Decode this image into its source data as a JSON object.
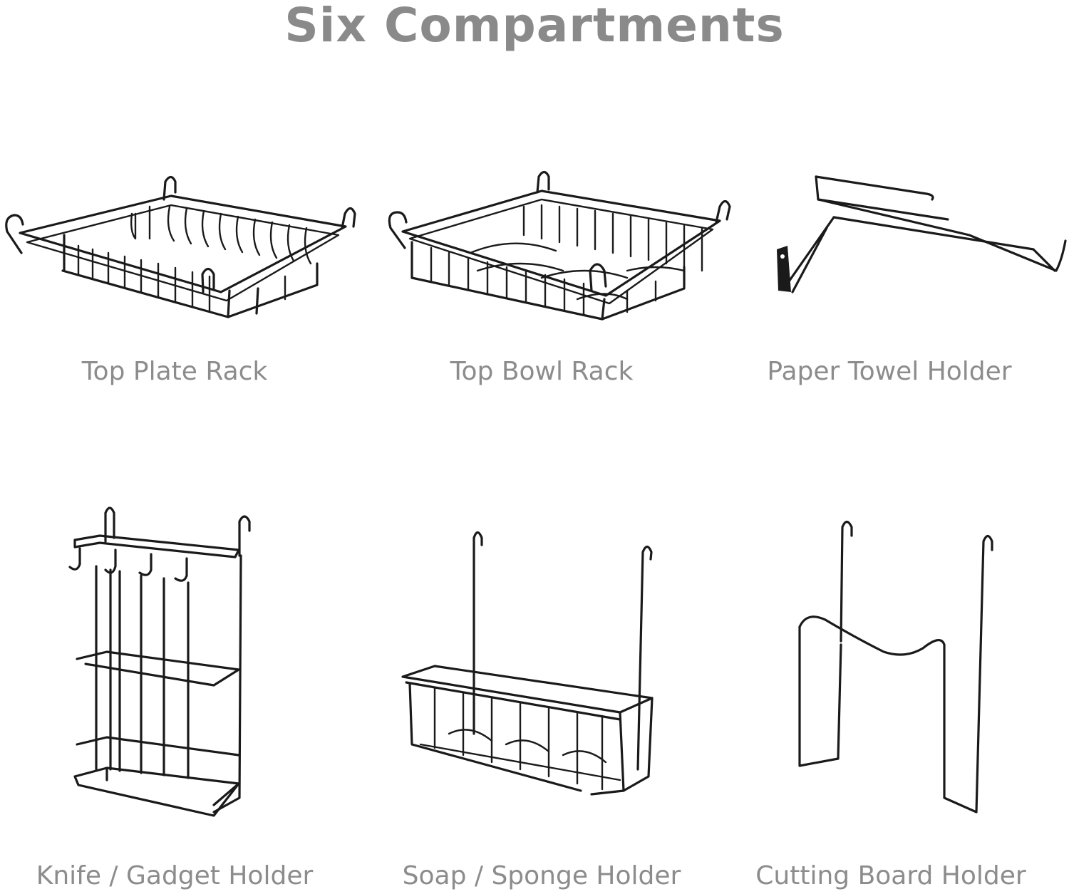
{
  "title": "Six Compartments",
  "items": [
    {
      "label": "Top Plate Rack",
      "icon": "plate-rack-icon"
    },
    {
      "label": "Top Bowl Rack",
      "icon": "bowl-rack-icon"
    },
    {
      "label": "Paper Towel Holder",
      "icon": "paper-towel-holder-icon"
    },
    {
      "label": "Knife / Gadget Holder",
      "icon": "knife-gadget-holder-icon"
    },
    {
      "label": "Soap / Sponge Holder",
      "icon": "soap-sponge-holder-icon"
    },
    {
      "label": "Cutting Board Holder",
      "icon": "cutting-board-holder-icon"
    }
  ],
  "colors": {
    "text": "#8a8a8a",
    "wire": "#1a1a1a",
    "background": "#ffffff"
  }
}
